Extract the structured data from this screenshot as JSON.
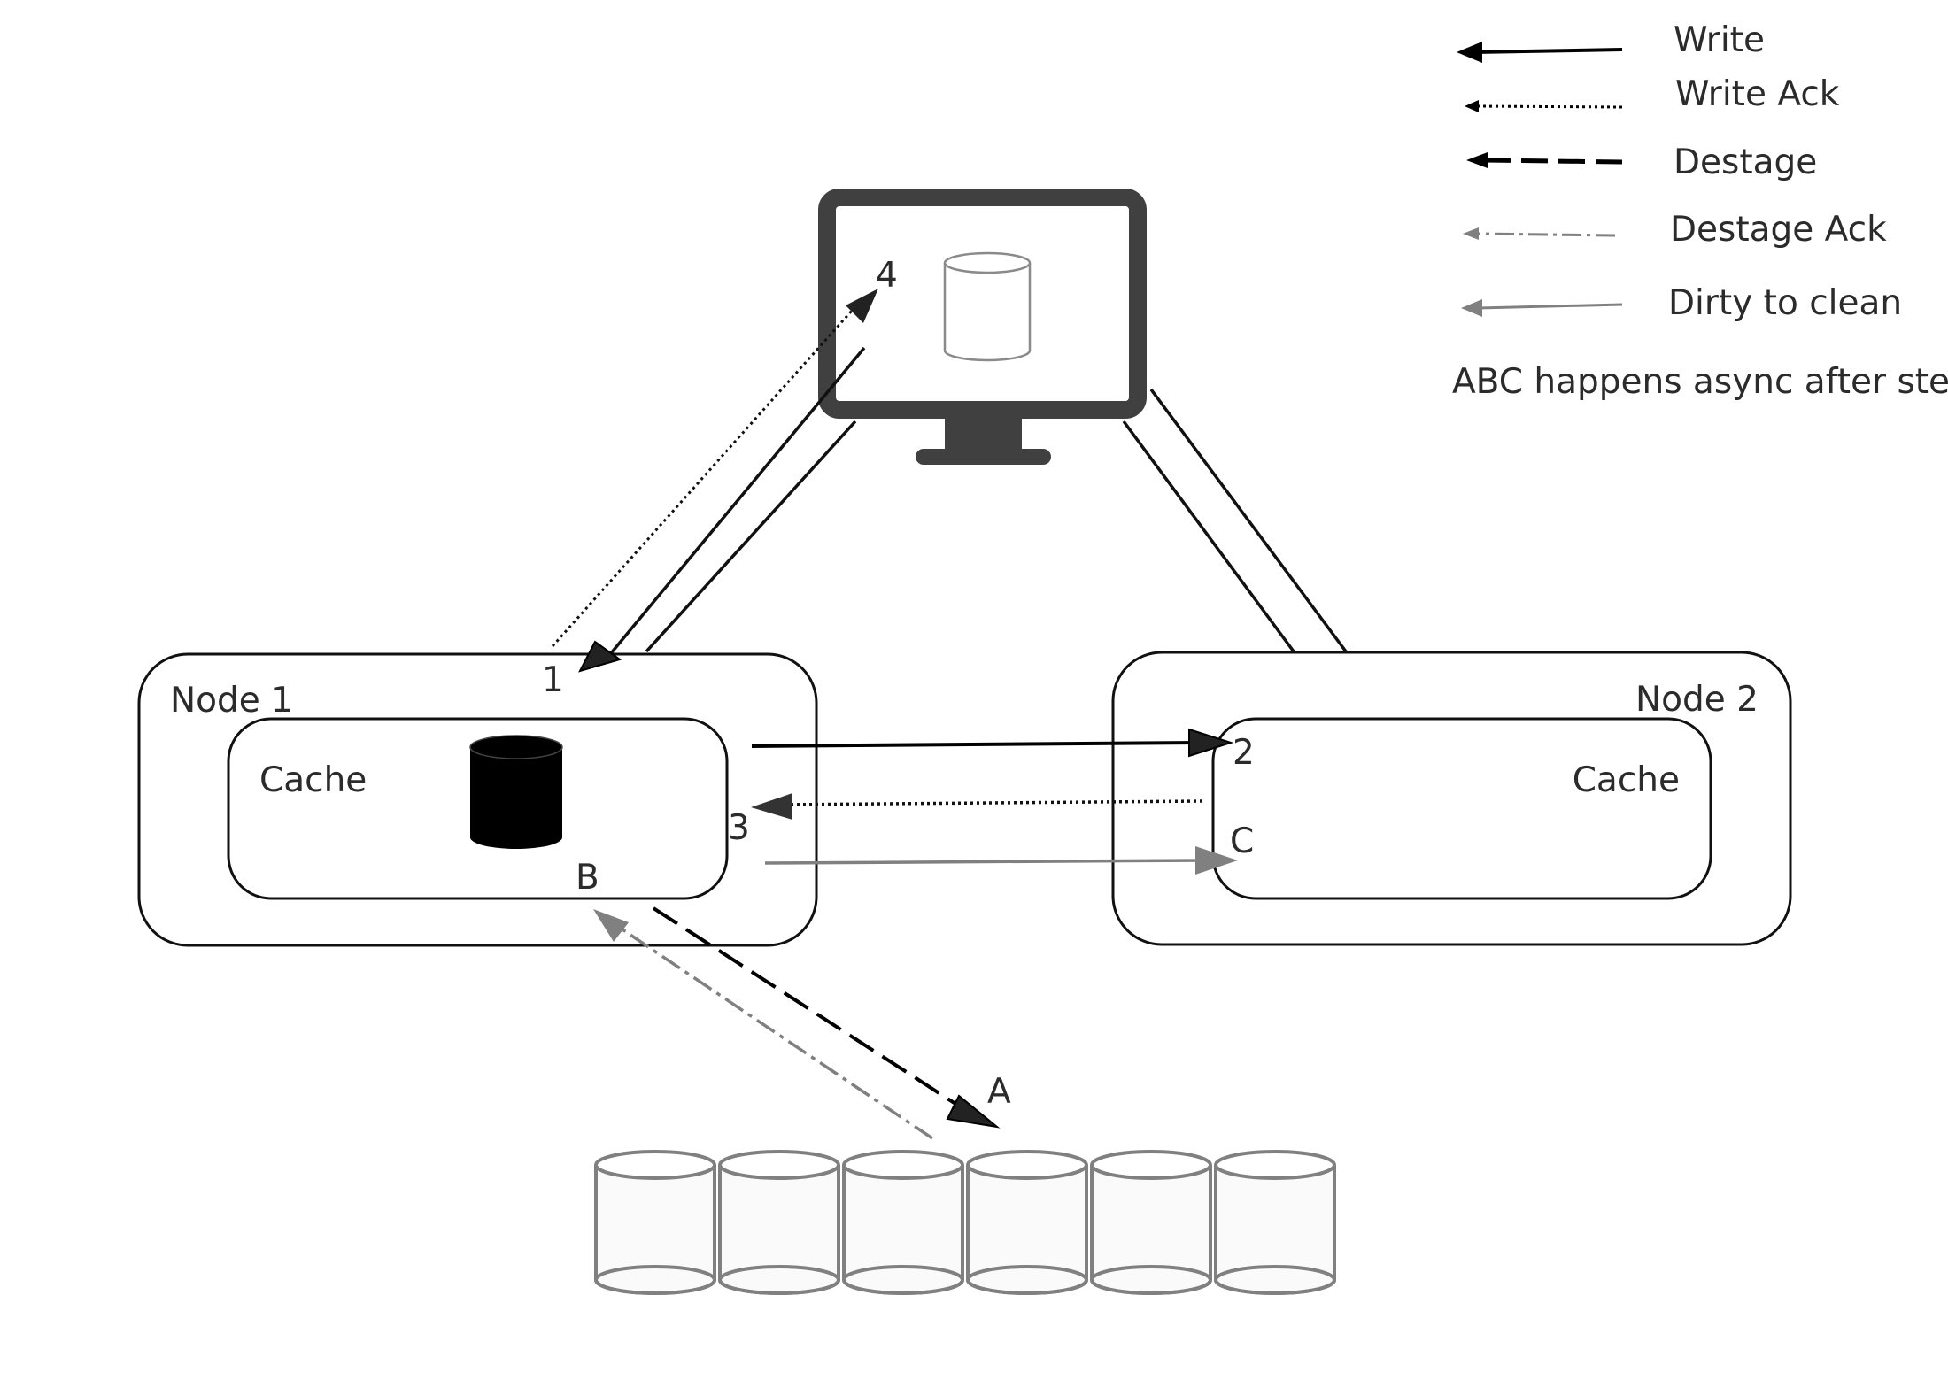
{
  "legend": {
    "write": "Write",
    "write_ack": "Write Ack",
    "destage": "Destage",
    "destage_ack": "Destage Ack",
    "dirty_to_clean": "Dirty to clean",
    "note": "ABC happens async after step"
  },
  "node1": {
    "title": "Node 1",
    "cache": "Cache"
  },
  "node2": {
    "title": "Node 2",
    "cache": "Cache"
  },
  "steps": {
    "s1": "1",
    "s2": "2",
    "s3": "3",
    "s4": "4"
  },
  "async_steps": {
    "a": "A",
    "b": "B",
    "c": "C"
  },
  "colors": {
    "line": "#000000",
    "monitor": "#404040",
    "gray": "#808080",
    "light_gray": "#8a8a8a",
    "text": "#2b2b2b"
  },
  "icons": {
    "host": "monitor-icon",
    "host_volume": "cylinder-outline-icon",
    "cache_volume": "cylinder-filled-icon",
    "backend_storage": "disk-array-icon"
  }
}
